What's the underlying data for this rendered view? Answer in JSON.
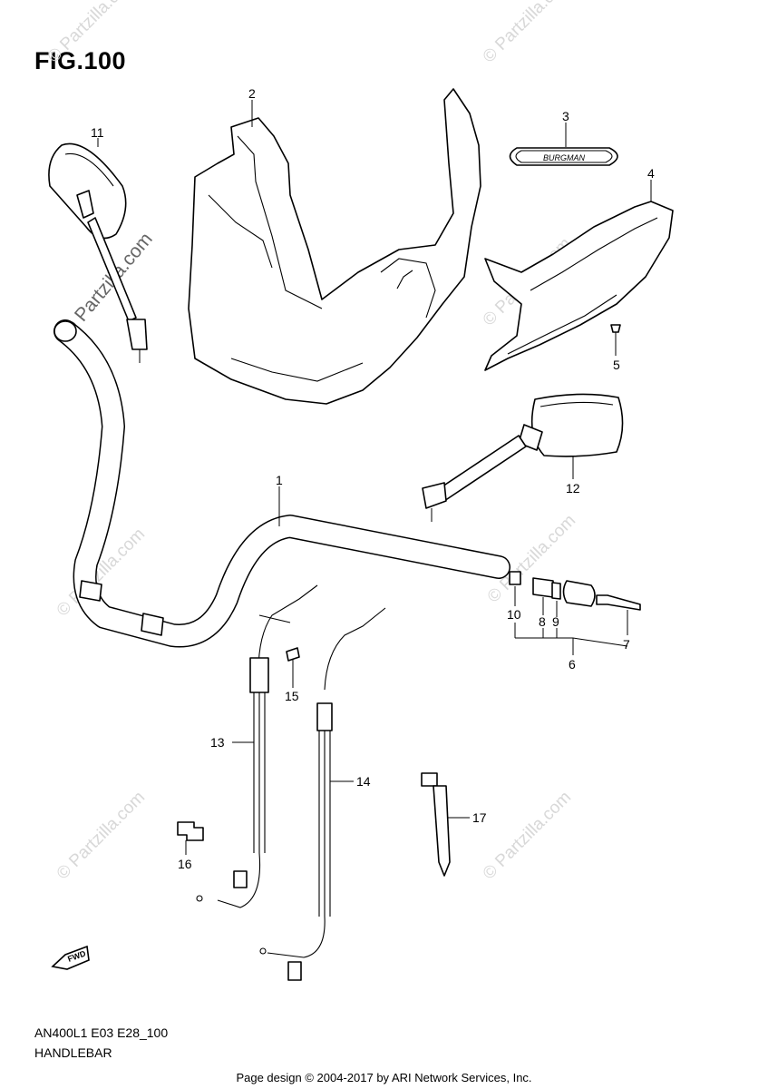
{
  "figure": {
    "title": "FIG.100",
    "model_code": "AN400L1 E03 E28_100",
    "name": "HANDLEBAR"
  },
  "emblem_text": "BURGMAN",
  "fwd_label": "FWD",
  "watermark": {
    "text": "© Partzilla.com",
    "main": "© Partzilla.com"
  },
  "callouts": [
    {
      "id": "1",
      "label": "1"
    },
    {
      "id": "2",
      "label": "2"
    },
    {
      "id": "3",
      "label": "3"
    },
    {
      "id": "4",
      "label": "4"
    },
    {
      "id": "5",
      "label": "5"
    },
    {
      "id": "6",
      "label": "6"
    },
    {
      "id": "7",
      "label": "7"
    },
    {
      "id": "8",
      "label": "8"
    },
    {
      "id": "9",
      "label": "9"
    },
    {
      "id": "10",
      "label": "10"
    },
    {
      "id": "11",
      "label": "11"
    },
    {
      "id": "12",
      "label": "12"
    },
    {
      "id": "13",
      "label": "13"
    },
    {
      "id": "14",
      "label": "14"
    },
    {
      "id": "15",
      "label": "15"
    },
    {
      "id": "16",
      "label": "16"
    },
    {
      "id": "17",
      "label": "17"
    }
  ],
  "footer": {
    "copyright": "Page design © 2004-2017 by ARI Network Services, Inc."
  }
}
